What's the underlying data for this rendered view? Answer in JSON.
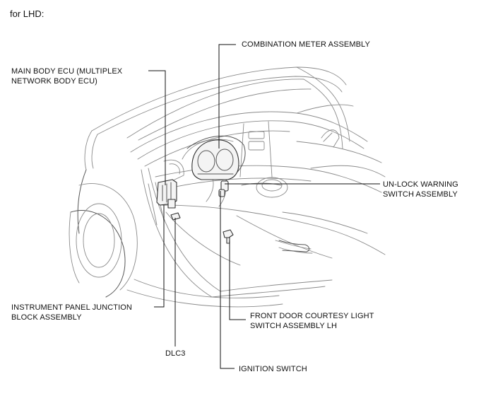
{
  "header": {
    "text": "for LHD:"
  },
  "labels": {
    "combination_meter": "COMBINATION METER ASSEMBLY",
    "main_body_ecu_1": "MAIN BODY ECU (MULTIPLEX",
    "main_body_ecu_2": "NETWORK BODY ECU)",
    "unlock_warning_1": "UN-LOCK WARNING",
    "unlock_warning_2": "SWITCH ASSEMBLY",
    "ip_junction_1": "INSTRUMENT PANEL JUNCTION",
    "ip_junction_2": "BLOCK ASSEMBLY",
    "front_door_1": "FRONT DOOR COURTESY LIGHT",
    "front_door_2": "SWITCH ASSEMBLY LH",
    "dlc3": "DLC3",
    "ignition_switch": "IGNITION SWITCH"
  }
}
